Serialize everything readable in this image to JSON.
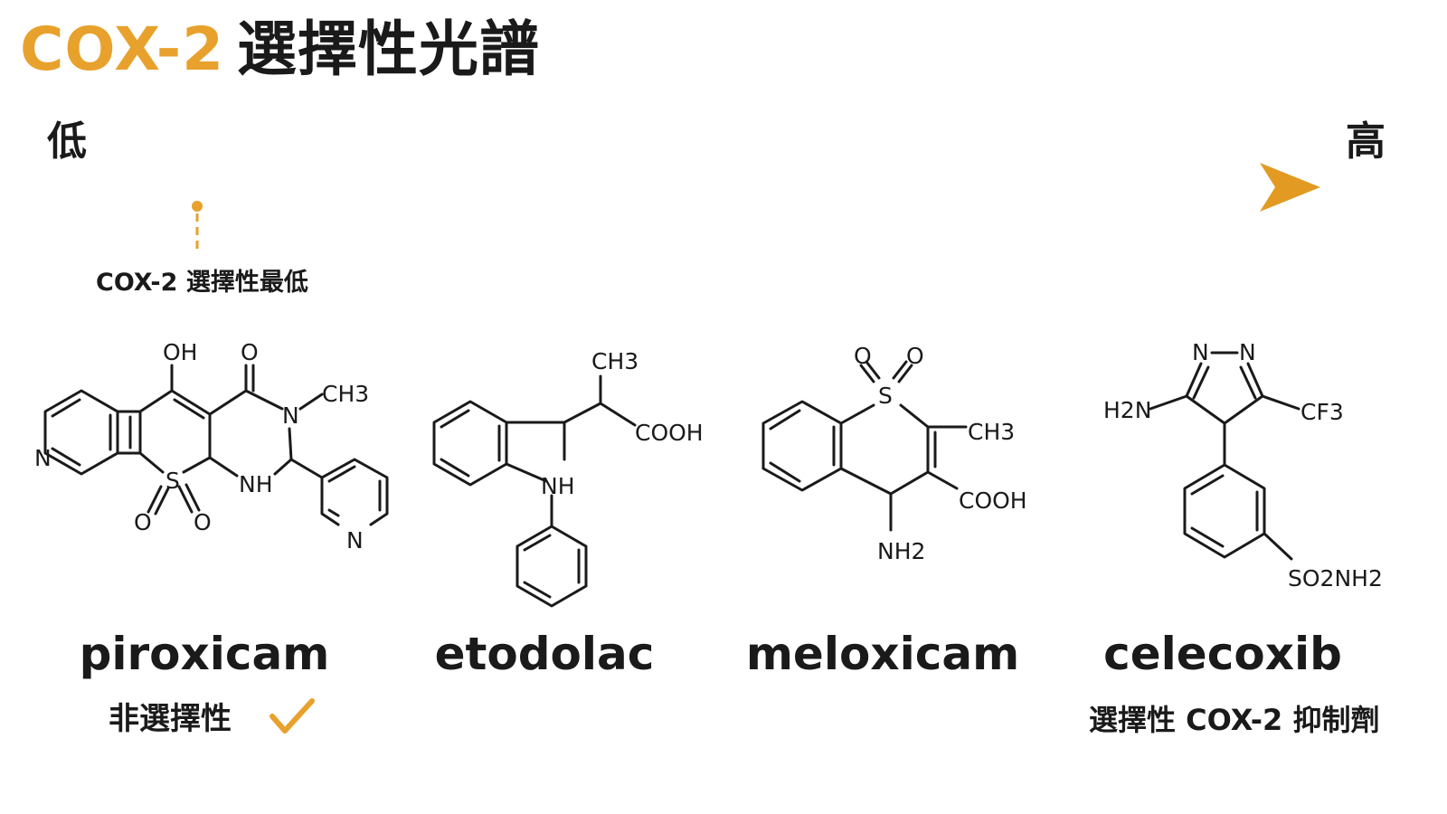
{
  "title": {
    "accent": "COX-2",
    "rest": "選擇性光譜"
  },
  "axis": {
    "low_label": "低",
    "high_label": "高",
    "color": "#E8A12C"
  },
  "marker": {
    "label": "COX-2 選擇性最低"
  },
  "drugs": [
    {
      "name": "piroxicam",
      "note": "非選擇性"
    },
    {
      "name": "etodolac"
    },
    {
      "name": "meloxicam"
    },
    {
      "name": "celecoxib",
      "note": "選擇性 COX-2 抑制劑"
    }
  ],
  "structures": {
    "piroxicam": {
      "oh": "OH",
      "o": "O",
      "n_methyl": "N",
      "ch3": "CH3",
      "ring_n": "N",
      "s": "S",
      "o_left": "O",
      "o_right": "O",
      "nh": "NH",
      "pyridyl_n": "N"
    },
    "etodolac": {
      "ch3": "CH3",
      "cooh": "COOH",
      "nh": "NH"
    },
    "meloxicam": {
      "o_left": "O",
      "o_right": "O",
      "s": "S",
      "ch3": "CH3",
      "cooh": "COOH",
      "nh2": "NH2"
    },
    "celecoxib": {
      "n1": "N",
      "n2": "N",
      "h2n": "H2N",
      "cf3": "CF3",
      "so2nh2": "SO2NH2"
    }
  },
  "icons": {
    "check": "check-icon"
  }
}
